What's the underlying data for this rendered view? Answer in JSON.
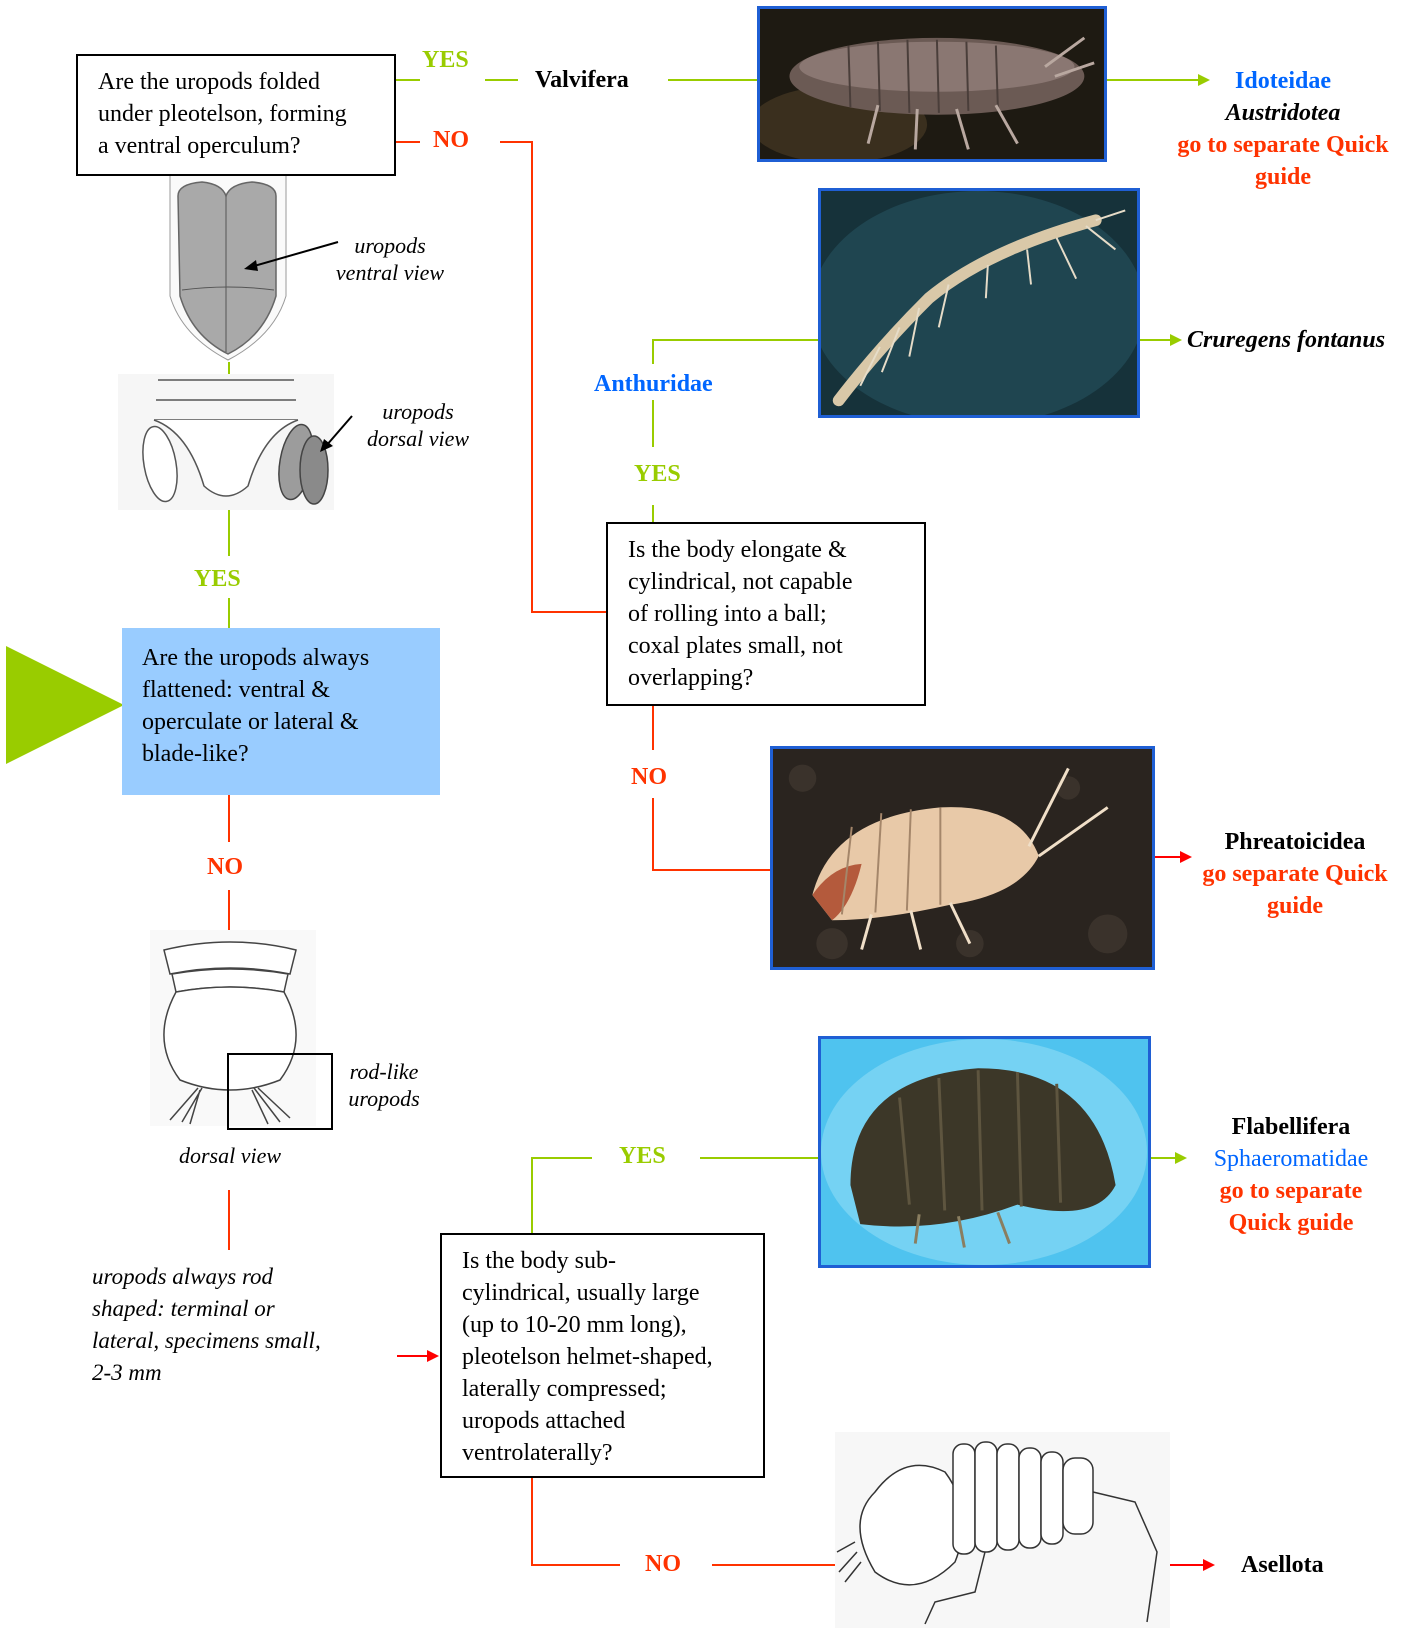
{
  "questions": {
    "q1": "Are the uropods folded\nunder pleotelson, forming\na ventral operculum?",
    "q2": "Is the body elongate &\ncylindrical, not capable\nof rolling into a ball;\ncoxal plates small, not\noverlapping?",
    "q3": "Are the uropods always\nflattened: ventral &\noperculate or lateral &\nblade-like?",
    "q4": "Is the body sub-\ncylindrical, usually large\n(up to 10-20 mm long),\npleotelson helmet-shaped,\nlaterally compressed;\nuropods attached\nventrolaterally?"
  },
  "answers": {
    "yes": "YES",
    "no": "NO"
  },
  "taxa": {
    "valvifera": "Valvifera",
    "idoteidae": "Idoteidae",
    "austridotea": "Austridotea",
    "go_to_separate": "go to separate",
    "quick": "Quick",
    "guide": "guide",
    "anthuridae": "Anthuridae",
    "cruregens": "Cruregens fontanus",
    "phreatoicidea": "Phreatoicidea",
    "go_separate_quick": "go separate Quick",
    "flabellifera": "Flabellifera",
    "sphaeromatidae": "Sphaeromatidae",
    "go_to_separate_2": "go to separate",
    "quick_guide": "Quick guide",
    "asellota": "Asellota"
  },
  "notes": {
    "uropods_ventral": "uropods\nventral view",
    "uropods_dorsal": "uropods\ndorsal view",
    "rod_like": "rod-like\nuropods",
    "dorsal_view": "dorsal view",
    "rod_shaped": "uropods always rod\nshaped: terminal or\nlateral, specimens small,\n2-3 mm"
  },
  "colors": {
    "yes_green": "#99cc00",
    "no_red": "#ff3300",
    "arrow_red": "#ff0000",
    "taxon_blue": "#0066ff",
    "highlight_box": "#99ccff",
    "photo_border": "#1f5fd4"
  },
  "icons": {
    "start_marker": "green-triangle-pointer",
    "photo_valvifera": "isopod-photo-icon",
    "photo_cruregens": "isopod-photo-icon",
    "photo_phreatoicidea": "isopod-photo-icon",
    "photo_flabellifera": "isopod-photo-icon",
    "sketch_asellota": "isopod-line-drawing"
  }
}
